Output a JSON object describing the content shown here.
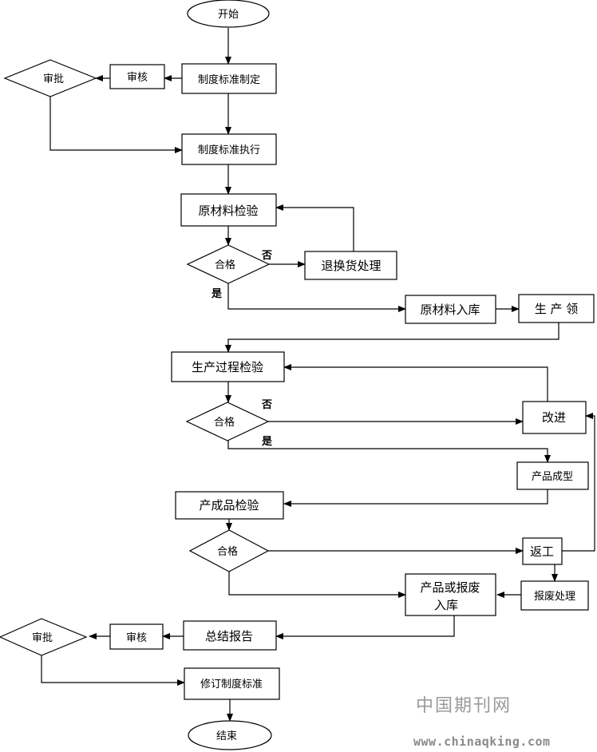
{
  "flowchart": {
    "start": "开始",
    "end": "结束",
    "standard_making": "制度标准制定",
    "review_1": "审核",
    "approve_1": "审批",
    "standard_exec": "制度标准执行",
    "raw_inspect": "原材料检验",
    "decision_1": "合格",
    "no_1": "否",
    "yes_1": "是",
    "return_exchange": "退换货处理",
    "raw_storage": "原材料入库",
    "production_receive": "生 产 领",
    "process_inspect": "生产过程检验",
    "decision_2": "合格",
    "no_2": "否",
    "yes_2": "是",
    "improve": "改进",
    "product_forming": "产品成型",
    "finished_inspect": "产成品检验",
    "decision_3": "合格",
    "rework": "返工",
    "storage_line1": "产品或报废",
    "storage_line2": "入库",
    "scrap": "报废处理",
    "summary": "总结报告",
    "review_2": "审核",
    "approve_2": "审批",
    "revise": "修订制度标准"
  },
  "watermark": {
    "name": "中国期刊网",
    "url": "www.chinaqking.com"
  }
}
